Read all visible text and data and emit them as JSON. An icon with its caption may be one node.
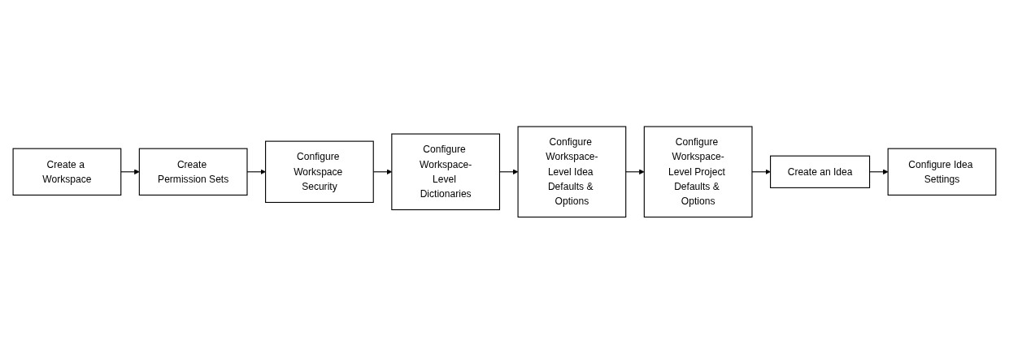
{
  "diagram": {
    "nodes": [
      {
        "text": [
          "Create a Workspace"
        ]
      },
      {
        "text": [
          "Create Permission Sets"
        ]
      },
      {
        "text": [
          "Configure Workspace Security"
        ]
      },
      {
        "text": [
          "Configure Workspace-Level Dictionaries"
        ]
      },
      {
        "text": [
          "Configure Workspace-Level Idea Defaults & Options"
        ]
      },
      {
        "text": [
          "Configure Workspace-Level Project Defaults & Options"
        ]
      },
      {
        "text": [
          "Create an Idea"
        ]
      },
      {
        "text": [
          "Configure Idea Settings"
        ]
      }
    ],
    "edges": [
      {
        "from": 0,
        "to": 1,
        "arrow": "to"
      },
      {
        "from": 1,
        "to": 2,
        "arrow": "to"
      },
      {
        "from": 2,
        "to": 3,
        "arrow": "to"
      },
      {
        "from": 3,
        "to": 4,
        "arrow": "to"
      },
      {
        "from": 4,
        "to": 5,
        "arrow": "to"
      },
      {
        "from": 5,
        "to": 6,
        "arrow": "to"
      },
      {
        "from": 6,
        "to": 7,
        "arrow": "to"
      }
    ]
  }
}
